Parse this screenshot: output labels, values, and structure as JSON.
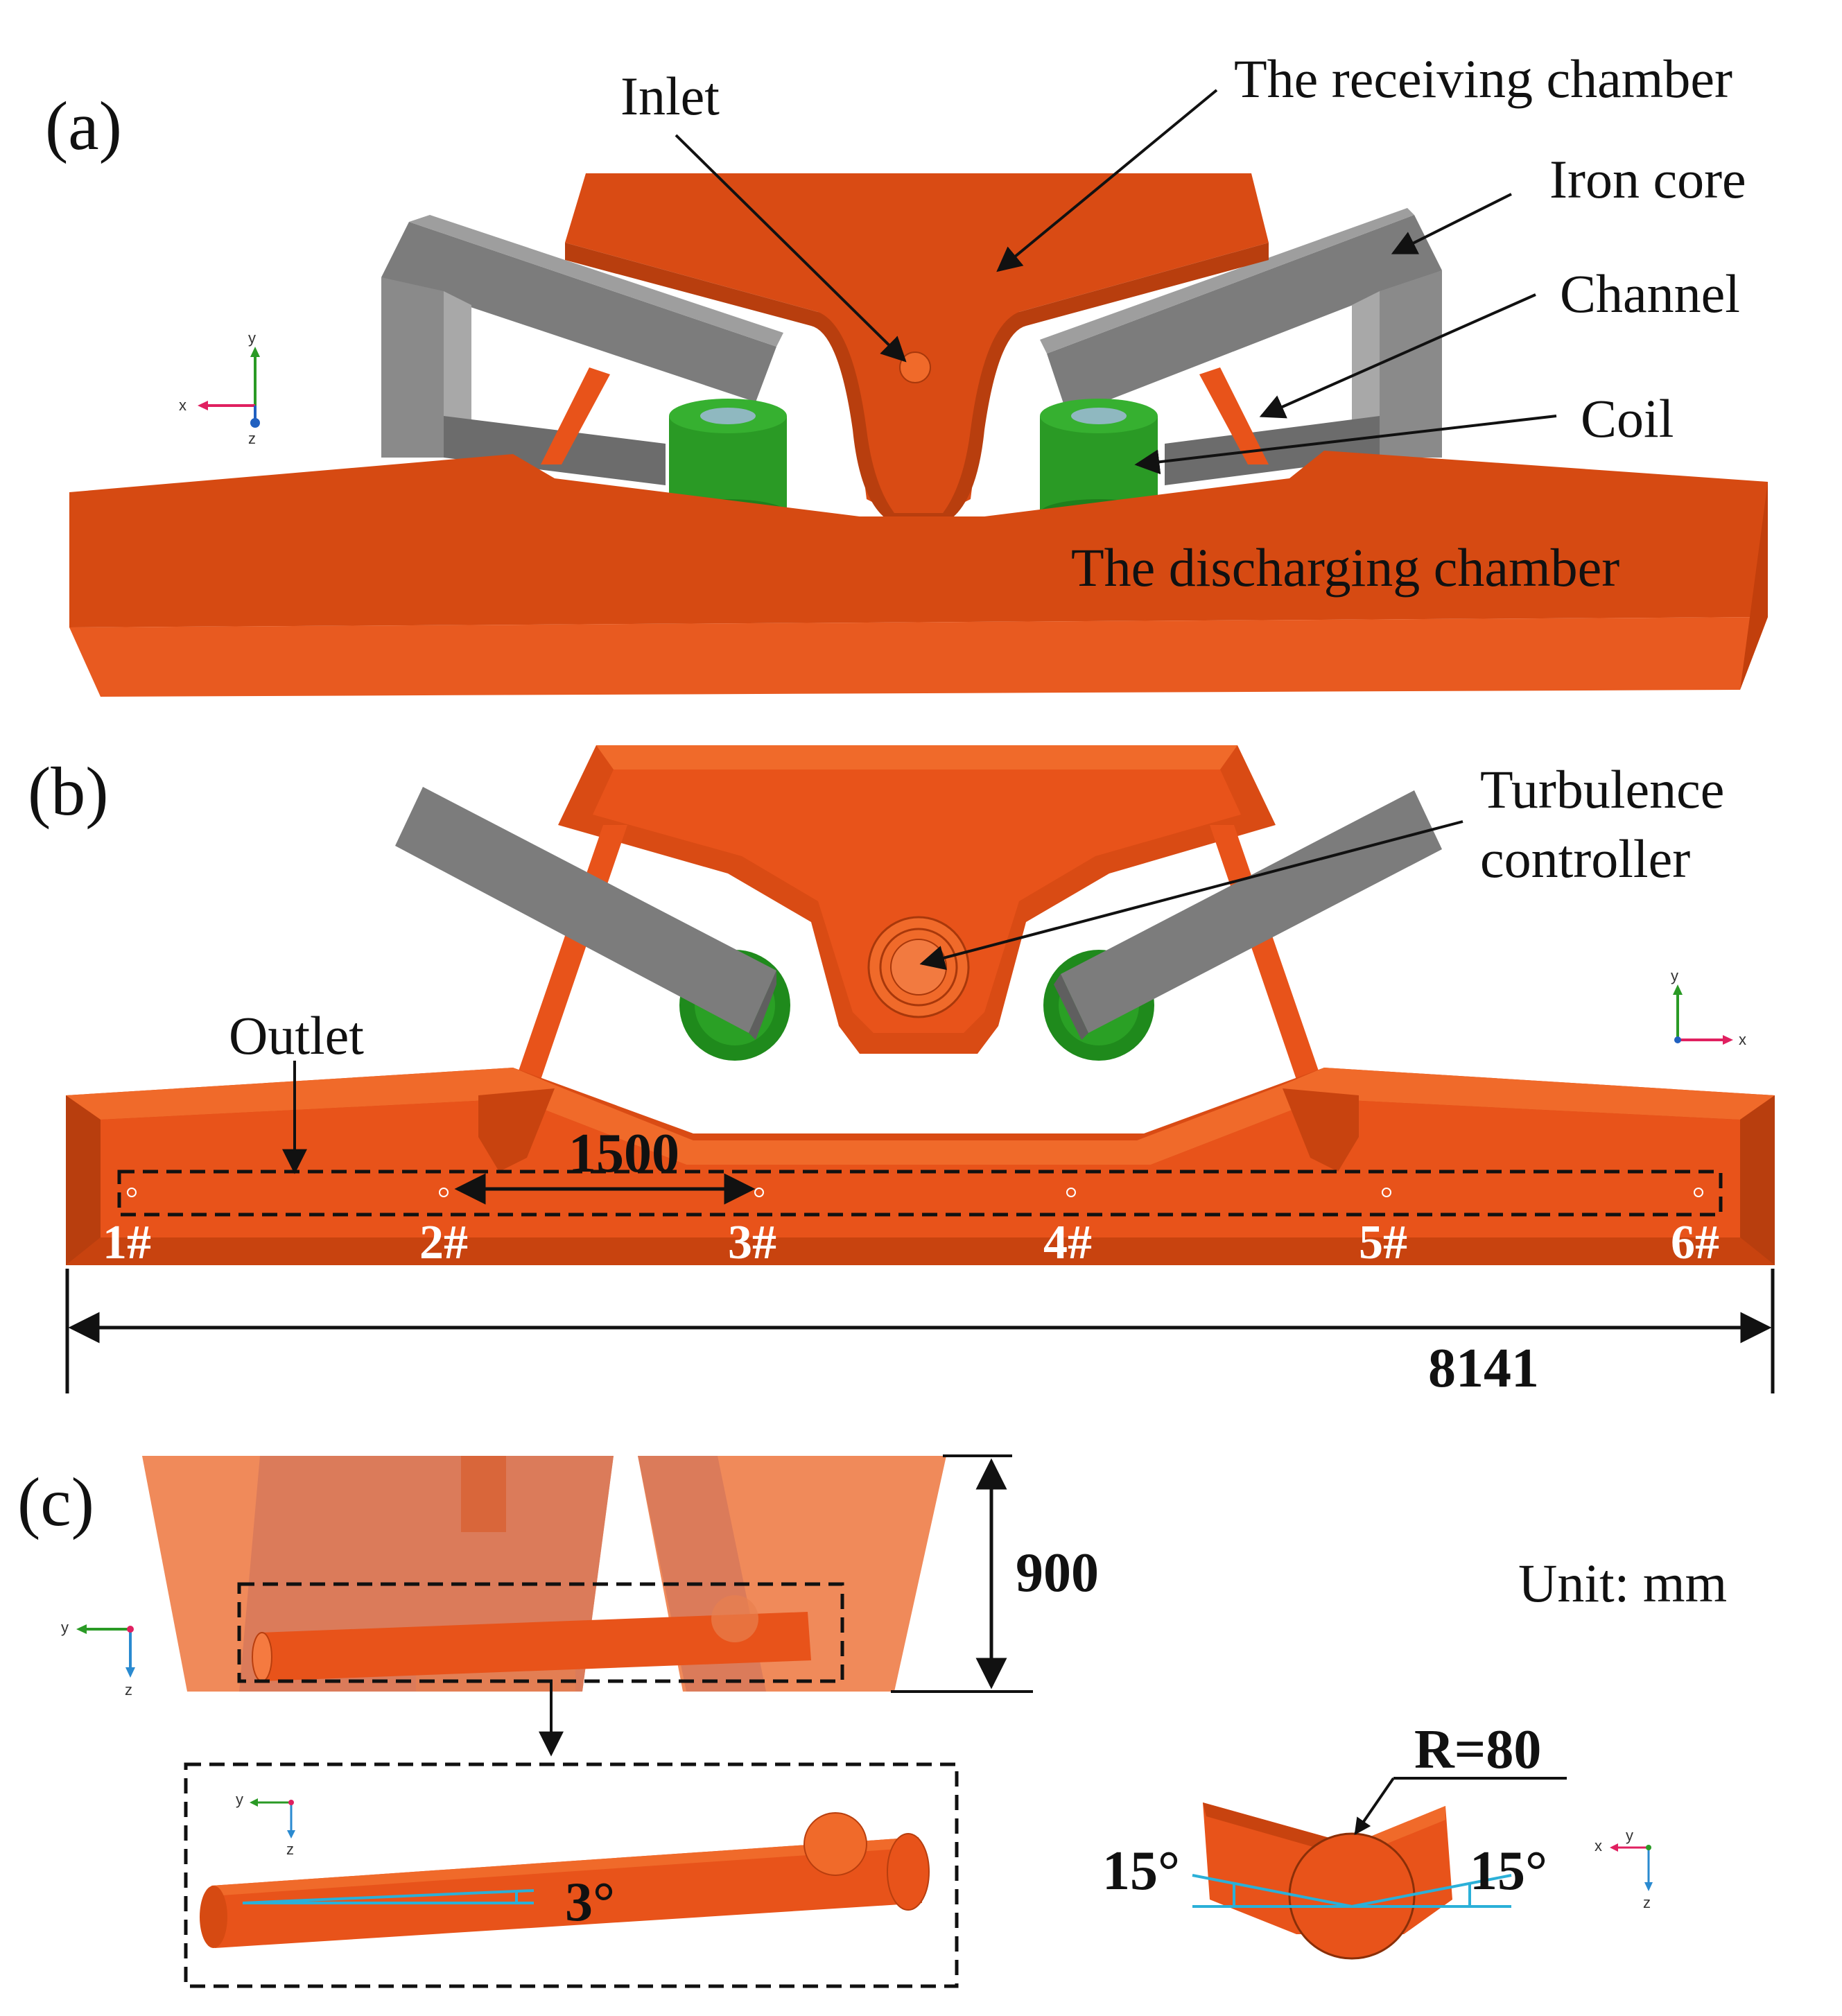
{
  "panels": {
    "a": {
      "tag": "(a)",
      "labels": {
        "inlet": "Inlet",
        "receiving": "The receiving chamber",
        "iron_core": "Iron core",
        "channel": "Channel",
        "coil": "Coil",
        "discharging": "The discharging chamber"
      },
      "axes": {
        "h": "x",
        "v": "y",
        "o": "z"
      }
    },
    "b": {
      "tag": "(b)",
      "labels": {
        "turbulence_1": "Turbulence",
        "turbulence_2": "controller",
        "outlet": "Outlet",
        "dim_spacing": "1500",
        "dim_length": "8141"
      },
      "outlets": [
        "1#",
        "2#",
        "3#",
        "4#",
        "5#",
        "6#"
      ],
      "axes": {
        "h": "x",
        "v": "y"
      }
    },
    "c": {
      "tag": "(c)",
      "labels": {
        "dim_height": "900",
        "unit": "Unit: mm",
        "angle_tilt": "3°",
        "radius": "R=80",
        "angle_left": "15°",
        "angle_right": "15°"
      },
      "axes": {
        "h": "y",
        "v": "z",
        "alt_h": "x",
        "alt_o": "y"
      }
    }
  },
  "colors": {
    "orange": "#e8531a",
    "orange_dark": "#c8430f",
    "orange_light": "#ef7a45",
    "gray": "#8a8a8a",
    "gray_dark": "#5f5f5f",
    "green": "#2a9a25",
    "green_dark": "#1a6a18",
    "cyan": "#2bb0d8"
  }
}
